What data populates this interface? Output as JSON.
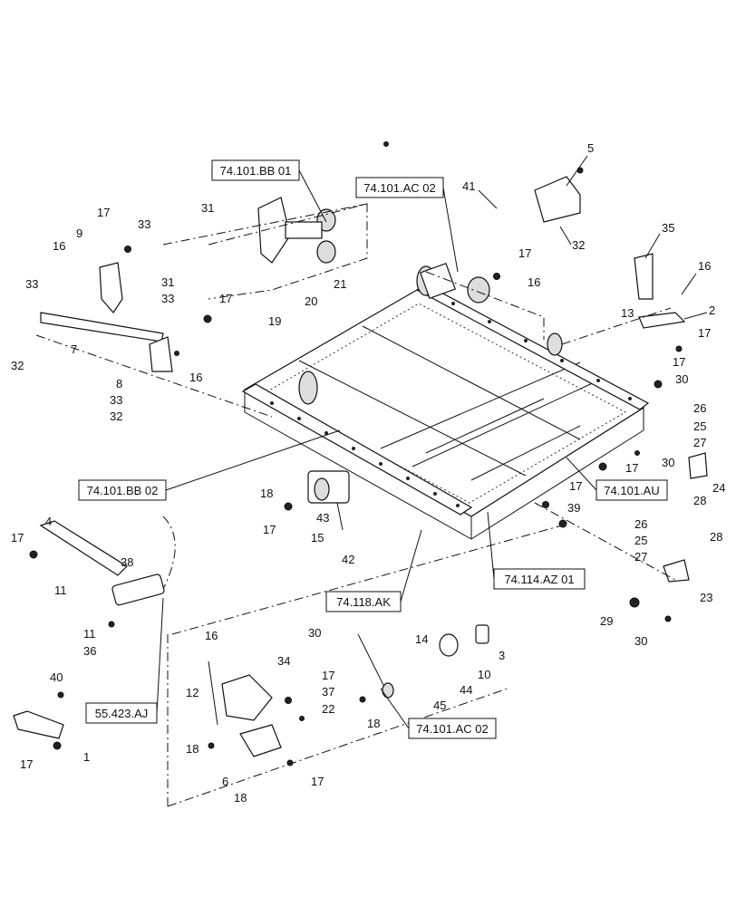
{
  "diagram": {
    "reference_boxes": [
      {
        "id": "ref-74-101-bb-01",
        "text": "74.101.BB 01"
      },
      {
        "id": "ref-74-101-ac-02-top",
        "text": "74.101.AC 02"
      },
      {
        "id": "ref-74-101-bb-02",
        "text": "74.101.BB 02"
      },
      {
        "id": "ref-74-101-au",
        "text": "74.101.AU"
      },
      {
        "id": "ref-74-114-az-01",
        "text": "74.114.AZ 01"
      },
      {
        "id": "ref-74-118-ak",
        "text": "74.118.AK"
      },
      {
        "id": "ref-55-423-aj",
        "text": "55.423.AJ"
      },
      {
        "id": "ref-74-101-ac-02-bottom",
        "text": "74.101.AC 02"
      }
    ],
    "callouts": [
      "5",
      "41",
      "32",
      "35",
      "16",
      "2",
      "17",
      "30",
      "26",
      "25",
      "27",
      "24",
      "28",
      "39",
      "23",
      "29",
      "3",
      "10",
      "44",
      "45",
      "14",
      "18",
      "22",
      "37",
      "34",
      "6",
      "12",
      "1",
      "40",
      "36",
      "11",
      "38",
      "4",
      "15",
      "42",
      "43",
      "19",
      "20",
      "21",
      "13",
      "31",
      "33",
      "9",
      "7",
      "8"
    ]
  }
}
